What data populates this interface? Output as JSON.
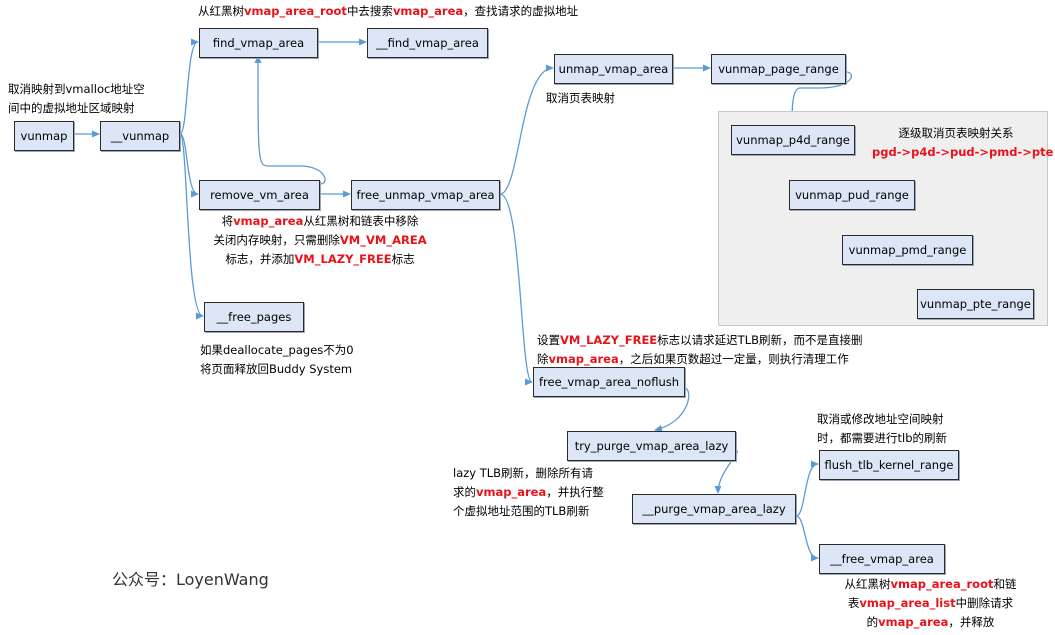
{
  "nodes": {
    "vunmap": "vunmap",
    "__vunmap": "__vunmap",
    "find_vmap_area": "find_vmap_area",
    "__find_vmap_area": "__find_vmap_area",
    "remove_vm_area": "remove_vm_area",
    "free_unmap_vmap_area": "free_unmap_vmap_area",
    "__free_pages": "__free_pages",
    "unmap_vmap_area": "unmap_vmap_area",
    "vunmap_page_range": "vunmap_page_range",
    "vunmap_p4d_range": "vunmap_p4d_range",
    "vunmap_pud_range": "vunmap_pud_range",
    "vunmap_pmd_range": "vunmap_pmd_range",
    "vunmap_pte_range": "vunmap_pte_range",
    "free_vmap_area_noflush": "free_vmap_area_noflush",
    "try_purge_vmap_area_lazy": "try_purge_vmap_area_lazy",
    "__purge_vmap_area_lazy": "__purge_vmap_area_lazy",
    "flush_tlb_kernel_range": "flush_tlb_kernel_range",
    "__free_vmap_area": "__free_vmap_area"
  },
  "notes": {
    "vunmap_desc": {
      "line1": "取消映射到vmalloc地址空",
      "line2": "间中的虚拟地址区域映射"
    },
    "find_desc": {
      "a": "从红黑树",
      "b": "vmap_area_root",
      "c": "中去搜索",
      "d": "vmap_area",
      "e": "，查找请求的虚拟地址"
    },
    "remove_desc": {
      "l1a": "将",
      "l1b": "vmap_area",
      "l1c": "从红黑树和链表中移除",
      "l2a": "关闭内存映射，只需删除",
      "l2b": "VM_VM_AREA",
      "l3a": "标志，并添加",
      "l3b": "VM_LAZY_FREE",
      "l3c": "标志"
    },
    "free_pages_desc": {
      "line1": "如果deallocate_pages不为0",
      "line2": "将页面释放回Buddy System"
    },
    "unmap_desc": "取消页表映射",
    "level_desc": {
      "line1": "逐级取消页表映射关系",
      "line2": "pgd->p4d->pud->pmd->pte"
    },
    "lazy_flag_desc": {
      "l1a": "设置",
      "l1b": "VM_LAZY_FREE",
      "l1c": "标志以请求延迟TLB刷新，而不是直接删",
      "l2a": "除",
      "l2b": "vmap_area",
      "l2c": "，之后如果页数超过一定量，则执行清理工作"
    },
    "lazy_tlb_desc": {
      "l1": "lazy TLB刷新，删除所有请",
      "l2a": "求的",
      "l2b": "vmap_area",
      "l2c": "，并执行整",
      "l3": "个虚拟地址范围的TLB刷新"
    },
    "flush_desc": {
      "line1": "取消或修改地址空间映射",
      "line2": "时，都需要进行tlb的刷新"
    },
    "free_vmap_desc": {
      "l1a": "从红黑树",
      "l1b": "vmap_area_root",
      "l1c": "和链",
      "l2a": "表",
      "l2b": "vmap_area_list",
      "l2c": "中删除请求",
      "l3a": "的",
      "l3b": "vmap_area",
      "l3c": "，并释放"
    }
  },
  "brand": "公众号：LoyenWang",
  "colors": {
    "node_fill": "#dce6f7",
    "node_border": "#2b2b2b",
    "connector": "#5b9bd5",
    "highlight": "#e8131a",
    "panel": "#efefef"
  }
}
